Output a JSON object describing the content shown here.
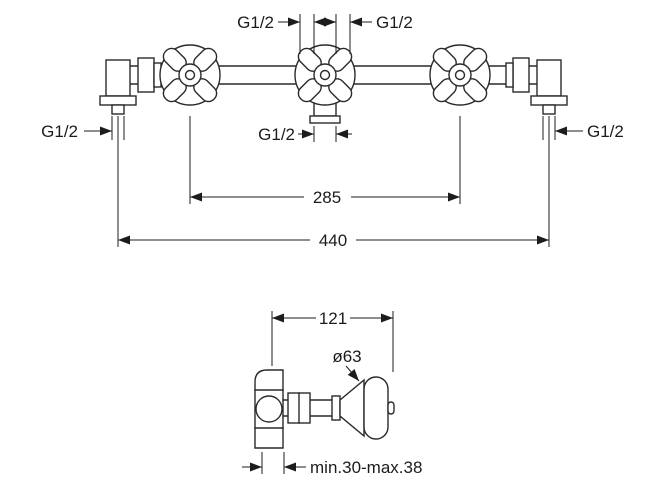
{
  "drawing": {
    "type": "technical-dimension-drawing",
    "subject": "wall-mounted three-valve faucet assembly, front view and side view",
    "units": "mm",
    "line_color": "#2a2a2a",
    "background": "#ffffff"
  },
  "top_view": {
    "labels": {
      "thread_top_left": "G1/2",
      "thread_top_right": "G1/2",
      "thread_side_left": "G1/2",
      "thread_side_right": "G1/2",
      "thread_bottom": "G1/2",
      "dim_spacing": "285",
      "dim_overall": "440"
    }
  },
  "bottom_view": {
    "labels": {
      "dim_depth": "121",
      "dim_diameter": "ø63",
      "dim_wall": "min.30-max.38"
    }
  }
}
